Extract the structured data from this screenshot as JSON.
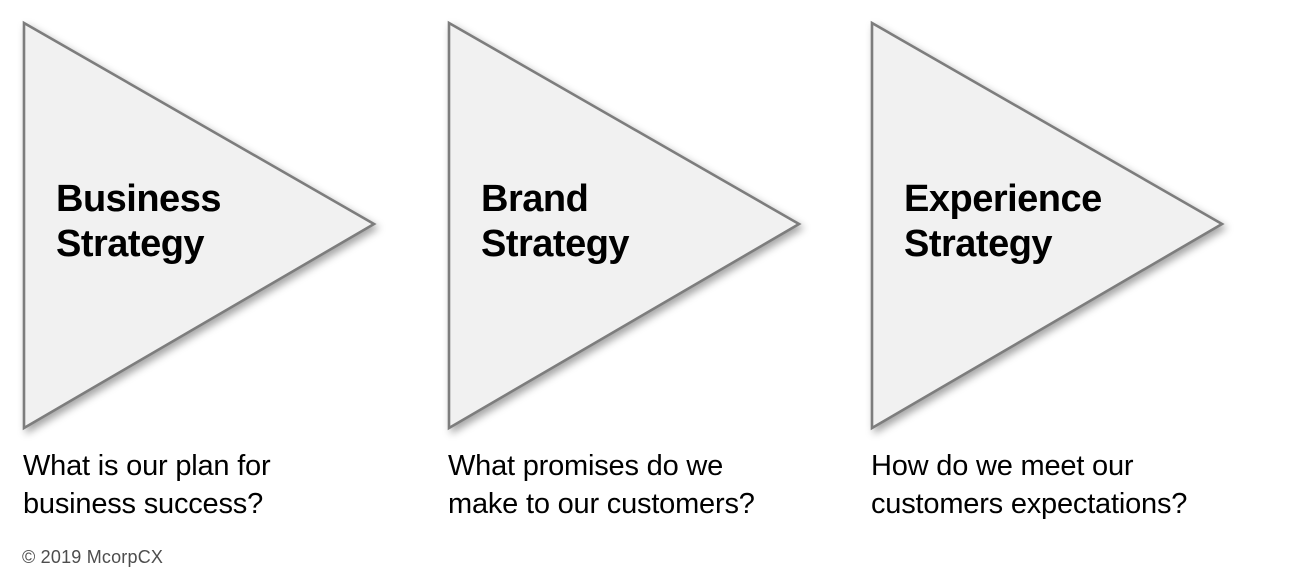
{
  "diagram": {
    "description": "Three right-pointing strategy arrows",
    "colors": {
      "triangle_fill": "#f1f1f1",
      "triangle_border": "#7d7d7d",
      "title_text": "#000000",
      "question_text": "#000000",
      "copyright_text": "#4d4d4d"
    },
    "panels": [
      {
        "title_line1": "Business",
        "title_line2": "Strategy",
        "question_line1": "What is our plan for",
        "question_line2": "business success?"
      },
      {
        "title_line1": "Brand",
        "title_line2": "Strategy",
        "question_line1": "What promises do we",
        "question_line2": "make to our customers?"
      },
      {
        "title_line1": "Experience",
        "title_line2": "Strategy",
        "question_line1": "How do we meet our",
        "question_line2": "customers expectations?"
      }
    ],
    "footer": {
      "copyright": "© 2019 McorpCX"
    }
  }
}
